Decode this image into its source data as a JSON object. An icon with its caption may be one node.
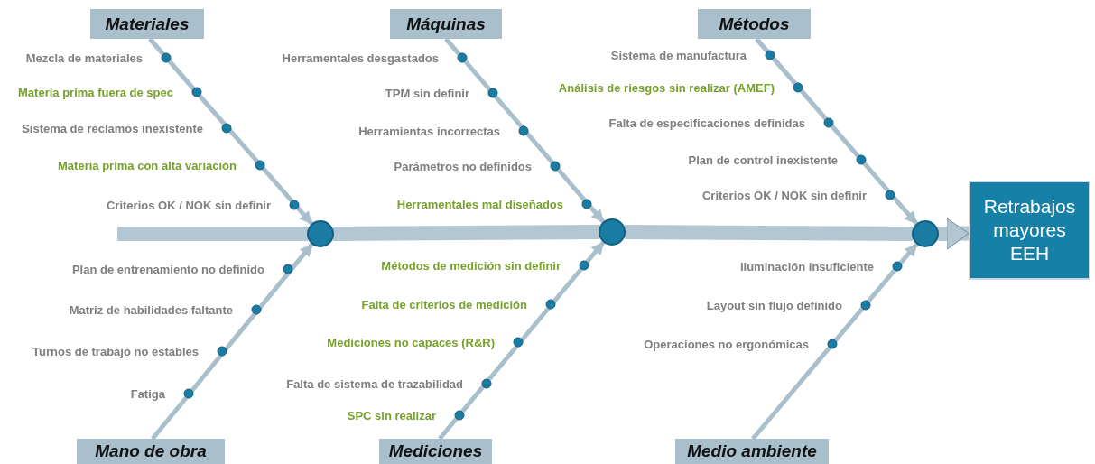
{
  "diagram": {
    "nodes": [
      {
        "text": [
          "Materiales"
        ]
      },
      {
        "text": [
          "Máquinas"
        ]
      },
      {
        "text": [
          "Métodos"
        ]
      },
      {
        "text": [],
        "shape": "circle"
      },
      {
        "text": [],
        "shape": "circle"
      },
      {
        "text": [],
        "shape": "circle"
      },
      {
        "text": [
          "Retrabajos mayores EEH"
        ]
      },
      {
        "text": [
          "Mano de obra"
        ]
      },
      {
        "text": [
          "Mediciones"
        ]
      },
      {
        "text": [
          "Medio ambiente"
        ]
      }
    ],
    "edges": [
      {
        "from": 0,
        "to": 3,
        "arrow": "to"
      },
      {
        "from": 7,
        "to": 3,
        "arrow": "to"
      },
      {
        "from": 1,
        "to": 4,
        "arrow": "to"
      },
      {
        "from": 8,
        "to": 4,
        "arrow": "to"
      },
      {
        "from": 2,
        "to": 5,
        "arrow": "to"
      },
      {
        "from": 9,
        "to": 5,
        "arrow": "to"
      },
      {
        "from": null,
        "to": 3,
        "arrow": "none",
        "style": "thick"
      },
      {
        "from": 3,
        "to": 4,
        "arrow": "none",
        "style": "thick"
      },
      {
        "from": 4,
        "to": 5,
        "arrow": "none",
        "style": "thick"
      },
      {
        "from": 5,
        "to": 6,
        "arrow": "to",
        "style": "thick"
      }
    ],
    "labels": [
      "Mezcla de materiales",
      "Materia prima fuera de spec",
      "Sistema de reclamos inexistente",
      "Materia prima con alta variación",
      "Criterios OK / NOK sin definir",
      "Herramentales desgastados",
      "TPM sin definir",
      "Herramientas incorrectas",
      "Parámetros no definidos",
      "Herramentales mal diseñados",
      "Sistema de manufactura",
      "Análisis de riesgos sin realizar (AMEF)",
      "Falta de especificaciones definidas",
      "Plan de control inexistente",
      "Criterios OK / NOK sin definir",
      "Plan de entrenamiento no definido",
      "Matriz de habilidades faltante",
      "Turnos de trabajo no estables",
      "Fatiga",
      "Métodos de medición sin definir",
      "Falta de criterios de medición",
      "Mediciones no capaces (R&R)",
      "Falta de sistema de trazabilidad",
      "SPC sin realizar",
      "Iluminación insuficiente",
      "Layout sin flujo definido",
      "Operaciones no ergonómicas"
    ]
  }
}
